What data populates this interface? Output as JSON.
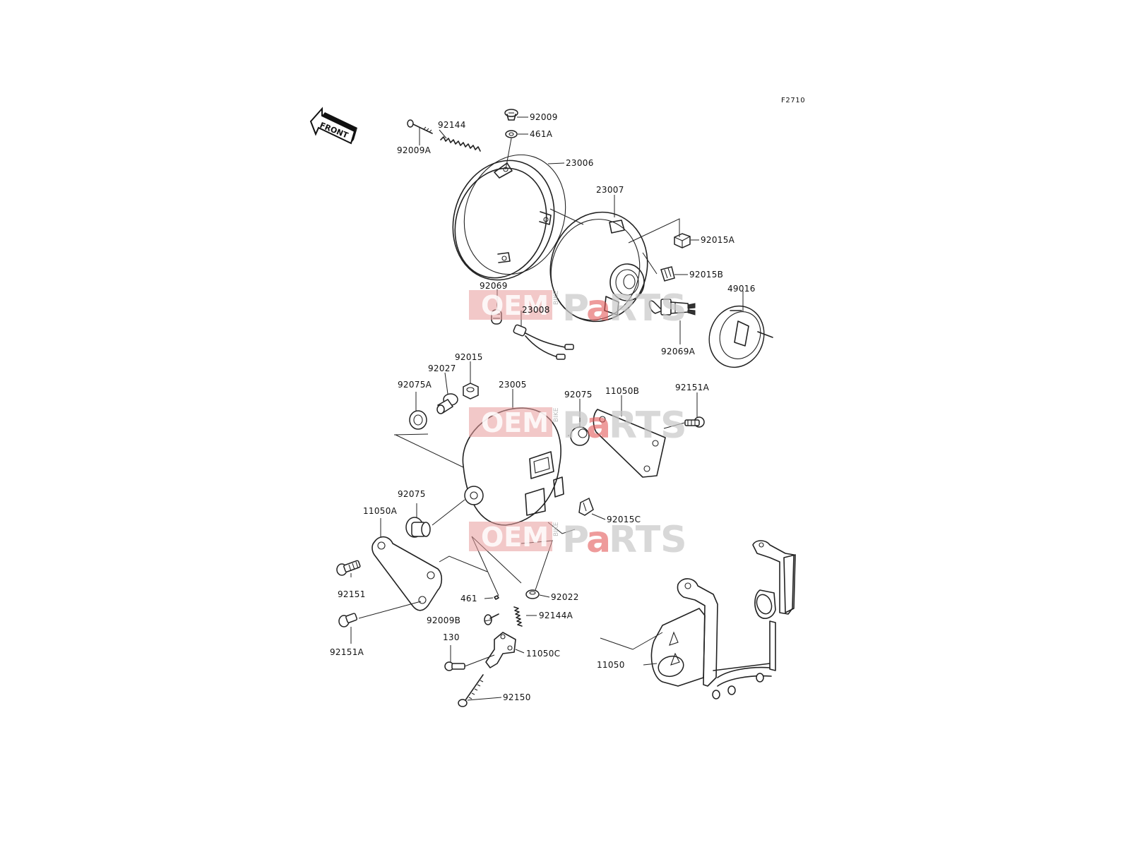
{
  "diagram_code": "F2710",
  "front_label": "FRONT",
  "callouts": [
    {
      "id": "c1",
      "text": "92009"
    },
    {
      "id": "c2",
      "text": "461A"
    },
    {
      "id": "c3",
      "text": "92144"
    },
    {
      "id": "c4",
      "text": "92009A"
    },
    {
      "id": "c5",
      "text": "23006"
    },
    {
      "id": "c6",
      "text": "23007"
    },
    {
      "id": "c7",
      "text": "92015A"
    },
    {
      "id": "c8",
      "text": "92015B"
    },
    {
      "id": "c9",
      "text": "49016"
    },
    {
      "id": "c10",
      "text": "92069"
    },
    {
      "id": "c11",
      "text": "23008"
    },
    {
      "id": "c12",
      "text": "92069A"
    },
    {
      "id": "c13",
      "text": "92015"
    },
    {
      "id": "c14",
      "text": "92027"
    },
    {
      "id": "c15",
      "text": "92075A"
    },
    {
      "id": "c16",
      "text": "23005"
    },
    {
      "id": "c17",
      "text": "92075"
    },
    {
      "id": "c18",
      "text": "11050B"
    },
    {
      "id": "c19",
      "text": "92151A"
    },
    {
      "id": "c20",
      "text": "92075"
    },
    {
      "id": "c21",
      "text": "11050A"
    },
    {
      "id": "c22",
      "text": "92015C"
    },
    {
      "id": "c23",
      "text": "92151"
    },
    {
      "id": "c24",
      "text": "461"
    },
    {
      "id": "c25",
      "text": "92022"
    },
    {
      "id": "c26",
      "text": "92009B"
    },
    {
      "id": "c27",
      "text": "92144A"
    },
    {
      "id": "c28",
      "text": "130"
    },
    {
      "id": "c29",
      "text": "11050C"
    },
    {
      "id": "c30",
      "text": "11050"
    },
    {
      "id": "c31",
      "text": "92151A"
    },
    {
      "id": "c32",
      "text": "92150"
    }
  ],
  "watermark": {
    "oem": "OEM",
    "bike": "BIKE",
    "p": "P",
    "a": "a",
    "rts": "RTS",
    "brand_color": "#e45a5a"
  }
}
